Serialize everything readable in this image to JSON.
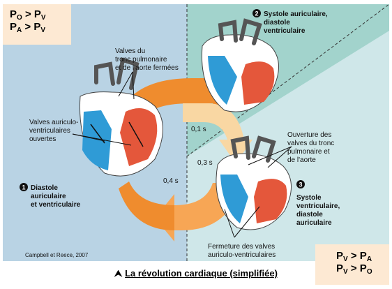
{
  "pressure_top": {
    "line1": {
      "a": "P",
      "a_sub": "O",
      "op": " > ",
      "b": "P",
      "b_sub": "V"
    },
    "line2": {
      "a": "P",
      "a_sub": "A",
      "op": " > ",
      "b": "P",
      "b_sub": "V"
    }
  },
  "pressure_bottom": {
    "line1": {
      "a": "P",
      "a_sub": "V",
      "op": " > ",
      "b": "P",
      "b_sub": "A"
    },
    "line2": {
      "a": "P",
      "a_sub": "V",
      "op": " > ",
      "b": "P",
      "b_sub": "O"
    }
  },
  "phases": [
    {
      "number": "1",
      "lines": [
        "Diastole",
        "auriculaire",
        "et ventriculaire"
      ]
    },
    {
      "number": "2",
      "lines": [
        "Systole auriculaire,",
        "diastole",
        "ventriculaire"
      ]
    },
    {
      "number": "3",
      "lines": [
        "Systole",
        "ventriculaire,",
        "diastole",
        "auriculaire"
      ]
    }
  ],
  "labels": {
    "valves_closed": [
      "Valves du",
      "tronc pulmonaire",
      "et de l'aorte fermées"
    ],
    "valves_av_open": [
      "Valves auriculo-",
      "ventriculaires",
      "ouvertes"
    ],
    "valves_open": [
      "Ouverture des",
      "valves du tronc",
      "pulmonaire et",
      "de l'aorte"
    ],
    "valves_av_close": [
      "Fermeture des valves",
      "auriculo-ventriculaires"
    ]
  },
  "durations": {
    "d1": "0,1 s",
    "d2": "0,3 s",
    "d3": "0,4 s"
  },
  "credit": "Campbell et Reece, 2007",
  "caption": {
    "arrow": "⮝",
    "text": "La révolution cardiaque (simplifiée)"
  },
  "colors": {
    "left_bg": "#b9d3e4",
    "right_bg": "#cfe7e9",
    "triangle": "#a2d3cc",
    "arrow_orange": "#ef8c2e",
    "arrow_light": "#f9d7a3",
    "blood_blue": "#2f9bd6",
    "blood_red": "#e4573b",
    "pressure_box": "#fde9d3"
  }
}
